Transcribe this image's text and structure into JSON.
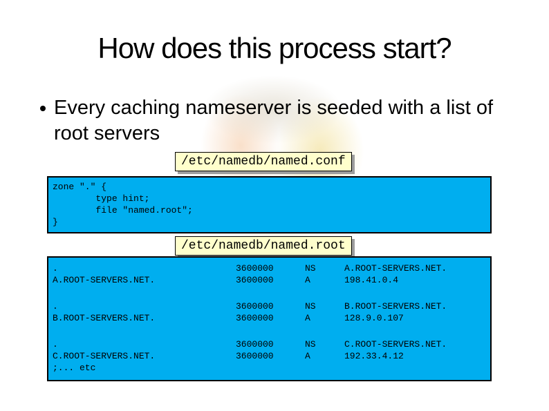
{
  "slide": {
    "title": "How does this process start?",
    "bullets": [
      {
        "text": "Every caching nameserver is seeded with a list of root servers"
      }
    ],
    "labels": {
      "conf": "/etc/namedb/named.conf",
      "root": "/etc/namedb/named.root"
    },
    "conf_code": [
      "zone \".\" {",
      "        type hint;",
      "        file \"named.root\";",
      "}"
    ],
    "root_table": {
      "groups": [
        [
          [
            ".",
            "3600000",
            "NS",
            "A.ROOT-SERVERS.NET."
          ],
          [
            "A.ROOT-SERVERS.NET.",
            "3600000",
            "A",
            "198.41.0.4"
          ]
        ],
        [
          [
            ".",
            "3600000",
            "NS",
            "B.ROOT-SERVERS.NET."
          ],
          [
            "B.ROOT-SERVERS.NET.",
            "3600000",
            "A",
            "128.9.0.107"
          ]
        ],
        [
          [
            ".",
            "3600000",
            "NS",
            "C.ROOT-SERVERS.NET."
          ],
          [
            "C.ROOT-SERVERS.NET.",
            "3600000",
            "A",
            "192.33.4.12"
          ]
        ]
      ],
      "footer": ";... etc"
    },
    "colors": {
      "box_fill": "#00AEEF",
      "label_fill": "#FFFFCC",
      "shadow": "#9E9E9E",
      "text": "#000000"
    }
  }
}
